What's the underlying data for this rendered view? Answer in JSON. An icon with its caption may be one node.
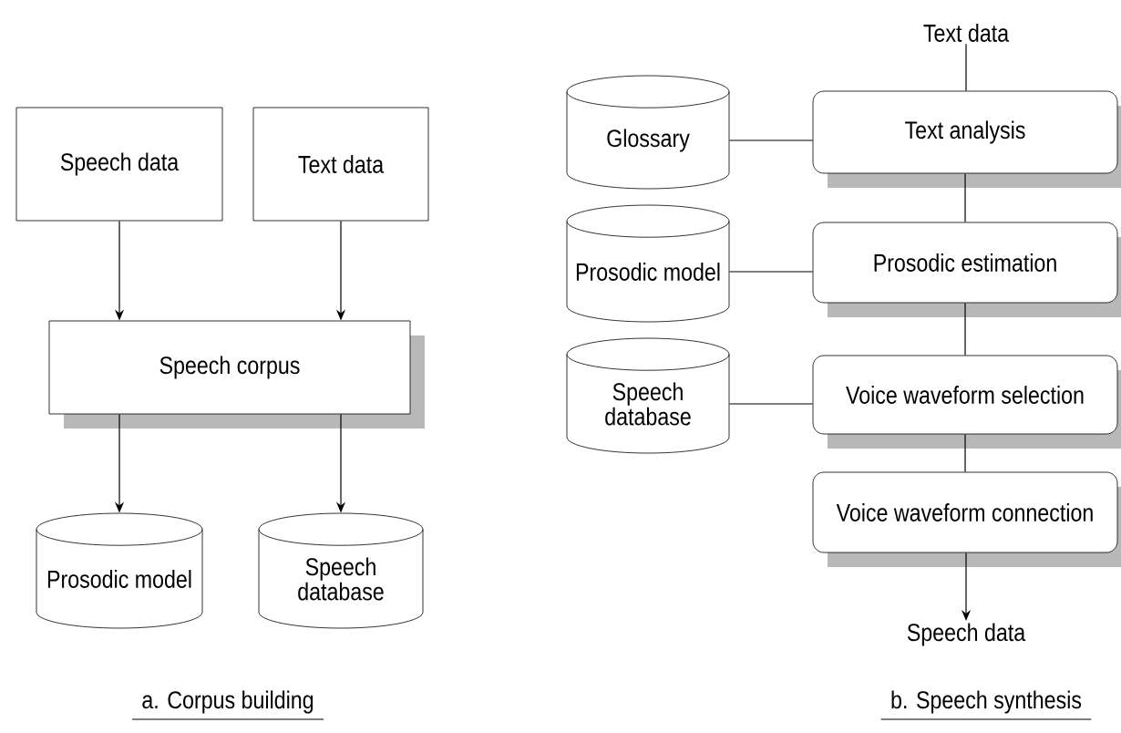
{
  "diagram": {
    "nodes": [
      {
        "text": [
          "Speech data"
        ]
      },
      {
        "text": [
          "Text data"
        ]
      },
      {
        "text": [
          "Speech corpus"
        ]
      },
      {
        "text": [
          "Prosodic model"
        ]
      },
      {
        "text": [
          "Speech database"
        ]
      },
      {
        "text": [
          "Text data"
        ]
      },
      {
        "text": [
          "Glossary"
        ]
      },
      {
        "text": [
          "Text analysis"
        ]
      },
      {
        "text": [
          "Prosodic model"
        ]
      },
      {
        "text": [
          "Prosodic estimation"
        ]
      },
      {
        "text": [
          "Speech database"
        ]
      },
      {
        "text": [
          "Voice waveform selection"
        ]
      },
      {
        "text": [
          "Voice waveform connection"
        ]
      },
      {
        "text": [
          "Speech data"
        ]
      }
    ],
    "edges": [
      {
        "from": 0,
        "to": 2,
        "arrow": "to"
      },
      {
        "from": 1,
        "to": 2,
        "arrow": "to"
      },
      {
        "from": 2,
        "to": 3,
        "arrow": "to"
      },
      {
        "from": 2,
        "to": 4,
        "arrow": "to"
      },
      {
        "from": 5,
        "to": 7,
        "arrow": "none"
      },
      {
        "from": 6,
        "to": 7,
        "arrow": "none"
      },
      {
        "from": 7,
        "to": 9,
        "arrow": "none"
      },
      {
        "from": 8,
        "to": 9,
        "arrow": "none"
      },
      {
        "from": 9,
        "to": 11,
        "arrow": "none"
      },
      {
        "from": 10,
        "to": 11,
        "arrow": "none"
      },
      {
        "from": 11,
        "to": 12,
        "arrow": "none"
      },
      {
        "from": 12,
        "to": 13,
        "arrow": "to"
      }
    ],
    "labels": [
      "a. Corpus building",
      "b. Speech synthesis"
    ]
  }
}
